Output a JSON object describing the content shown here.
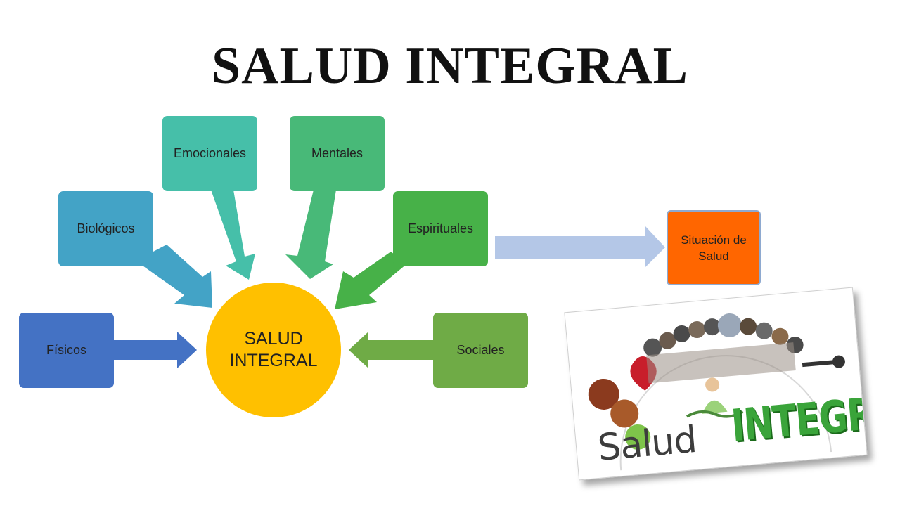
{
  "title": "SALUD INTEGRAL",
  "center": {
    "label": "SALUD\nINTEGRAL",
    "color": "#ffc000"
  },
  "factors": [
    {
      "label": "Físicos",
      "color": "#4472c4"
    },
    {
      "label": "Biológicos",
      "color": "#43a3c6"
    },
    {
      "label": "Emocionales",
      "color": "#46bfa9"
    },
    {
      "label": "Mentales",
      "color": "#48b978"
    },
    {
      "label": "Espirituales",
      "color": "#47b148"
    },
    {
      "label": "Sociales",
      "color": "#6fab46"
    }
  ],
  "outcome": {
    "label": "Situación de Salud",
    "color": "#ff6600",
    "arrow_color": "#b4c7e7"
  },
  "image": {
    "text_left": "Salud",
    "text_right": "INTEGRAl"
  }
}
